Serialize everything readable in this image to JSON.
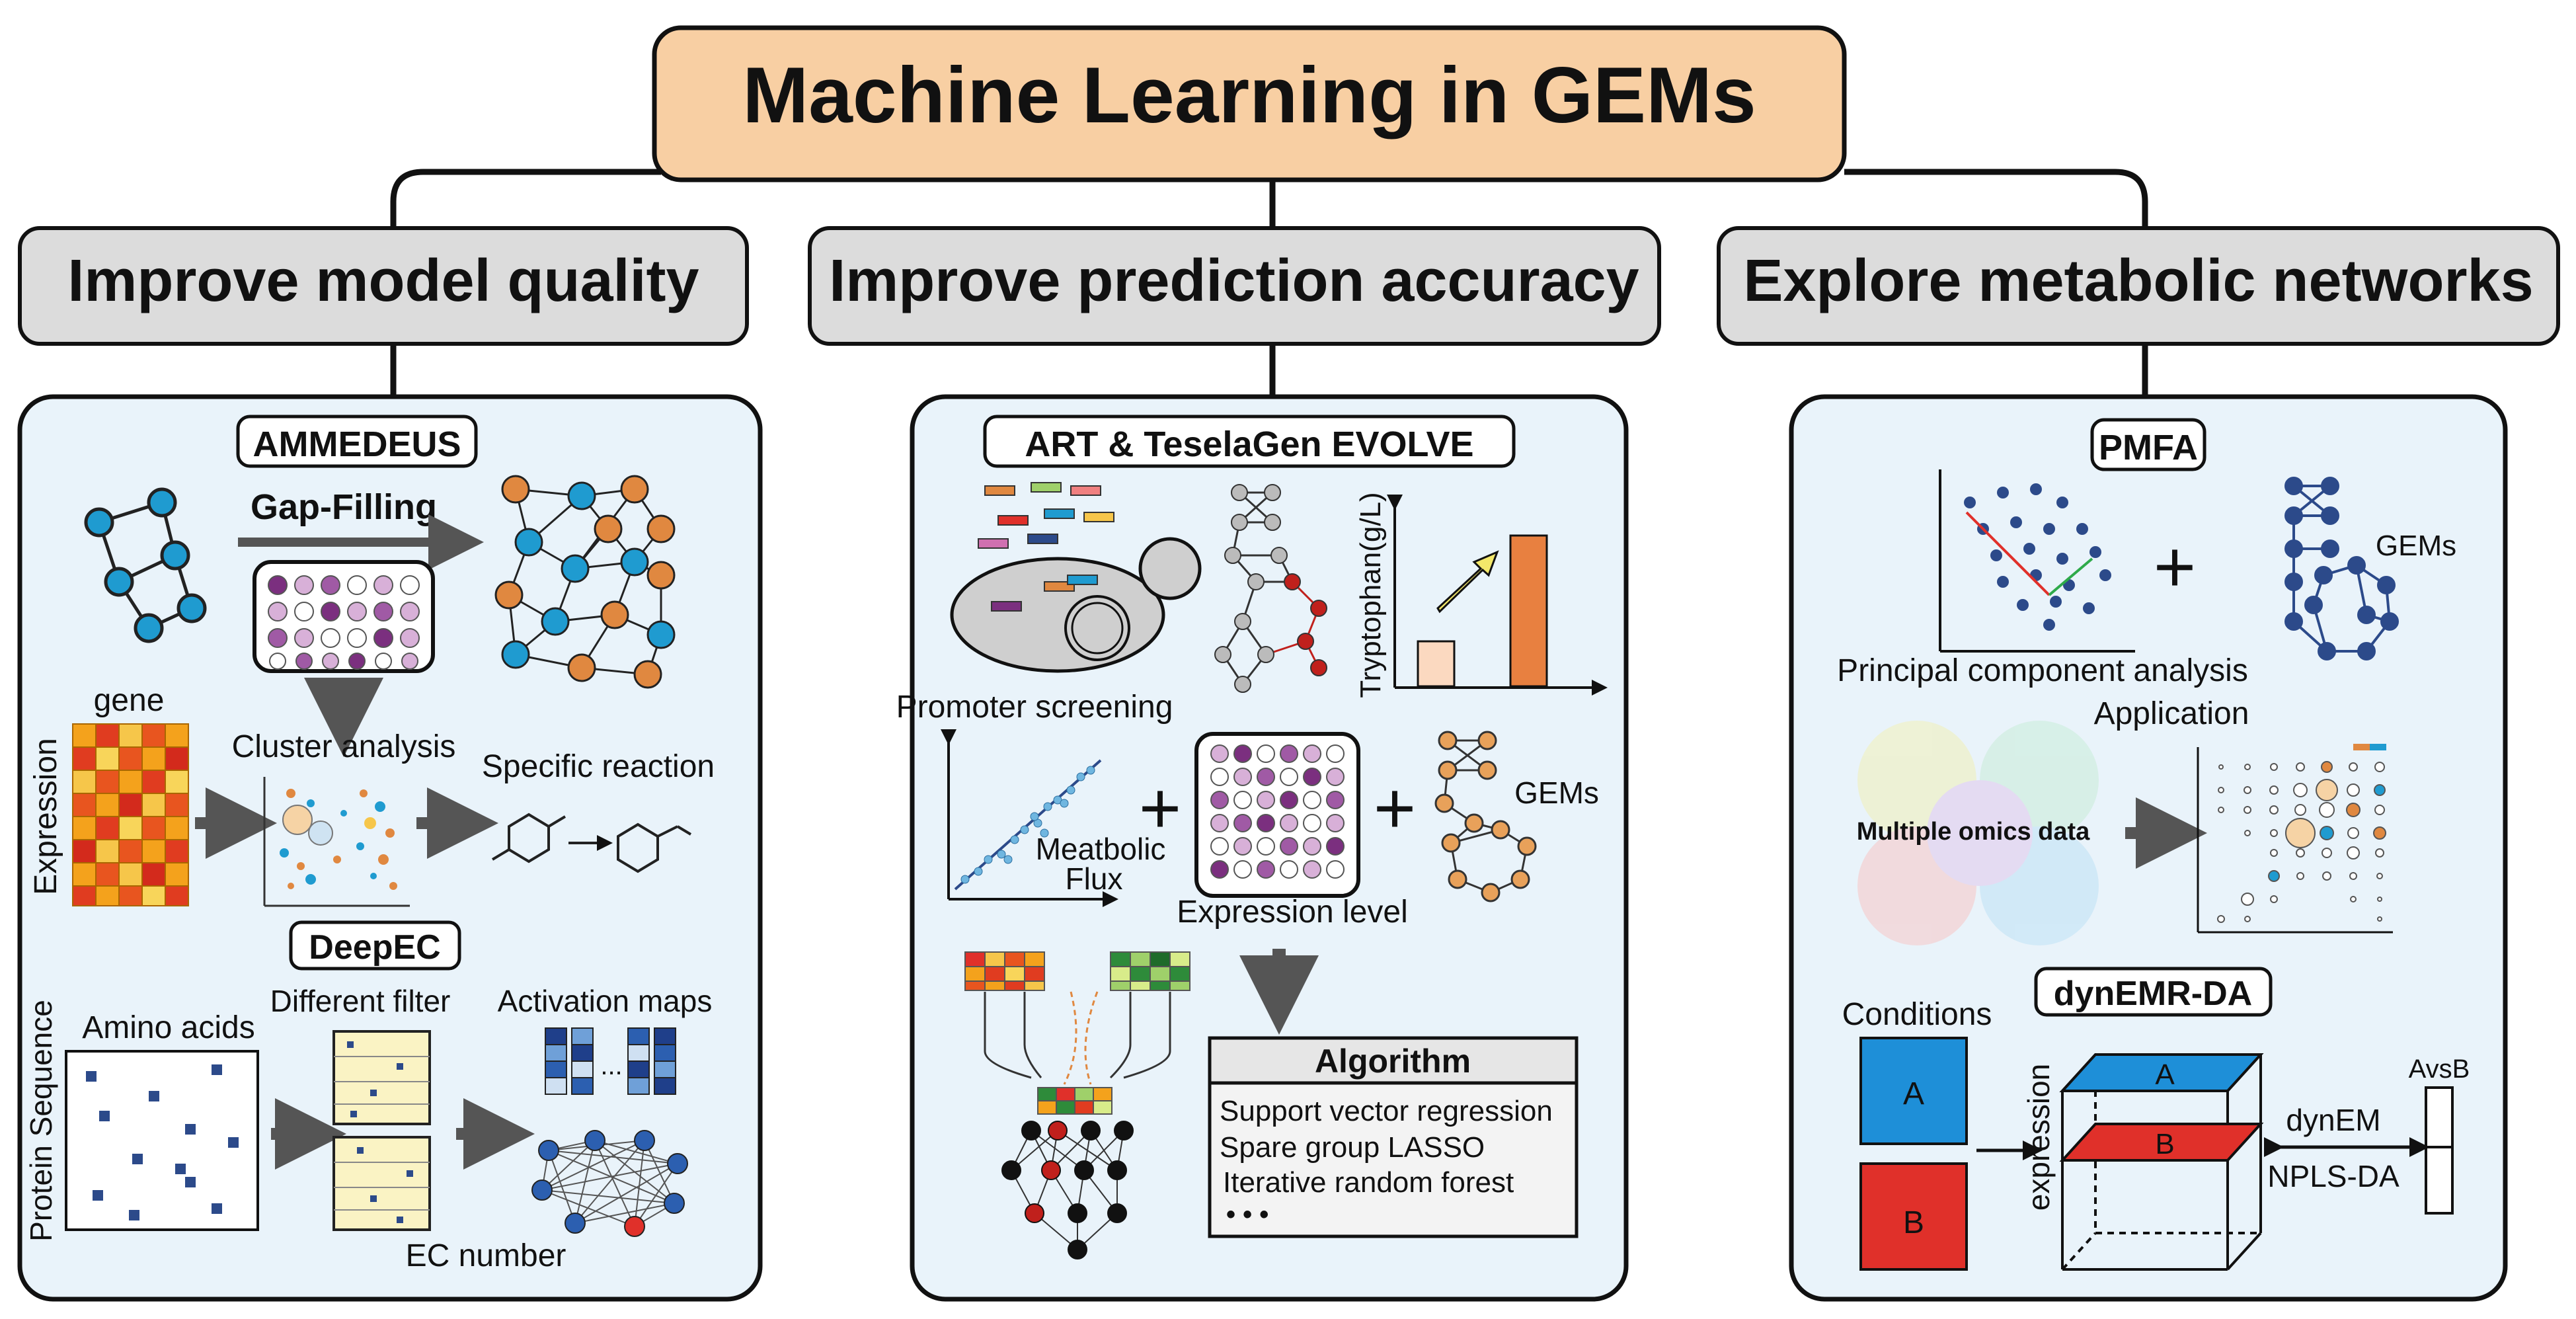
{
  "title": "Machine Learning in GEMs",
  "branches": [
    {
      "heading": "Improve model quality"
    },
    {
      "heading": "Improve prediction accuracy"
    },
    {
      "heading": "Explore metabolic networks"
    }
  ],
  "panel1": {
    "ammedeus": "AMMEDEUS",
    "gap_filling": "Gap-Filling",
    "gene": "gene",
    "expression": "Expression",
    "cluster_analysis": "Cluster analysis",
    "specific_reaction": "Specific reaction",
    "deepec": "DeepEC",
    "protein_sequence": "Protein Sequence",
    "amino_acids": "Amino acids",
    "different_filter": "Different filter",
    "activation_maps": "Activation maps",
    "ec_number": "EC number"
  },
  "panel2": {
    "art": "ART & TeselaGen EVOLVE",
    "promoter_screening": "Promoter screening",
    "tryptophan": "Tryptophan(g/L)",
    "meatbolic": "Meatbolic",
    "flux": "Flux",
    "expression_level": "Expression level",
    "gems": "GEMs",
    "algorithm_title": "Algorithm",
    "algorithms": [
      "Support vector regression",
      "Spare group LASSO",
      "Iterative random forest",
      "• • •"
    ]
  },
  "panel3": {
    "pmfa": "PMFA",
    "gems": "GEMs",
    "pca": "Principal component analysis",
    "application": "Application",
    "omics": "Multiple omics data",
    "dynemr": "dynEMR-DA",
    "conditions": "Conditions",
    "a": "A",
    "b": "B",
    "expression": "expression",
    "avsb": "AvsB",
    "dynem": "dynEM",
    "nplsda": "NPLS-DA"
  },
  "colors": {
    "title_fill": "#f8cfa3",
    "heading_fill": "#dcdcdc",
    "panel_fill": "#e9f3fa",
    "node_blue": "#1f9bd0",
    "node_orange": "#e08840",
    "purple": "#7b2f7f",
    "red": "#e0302a",
    "blue_square": "#1e8fd8"
  }
}
